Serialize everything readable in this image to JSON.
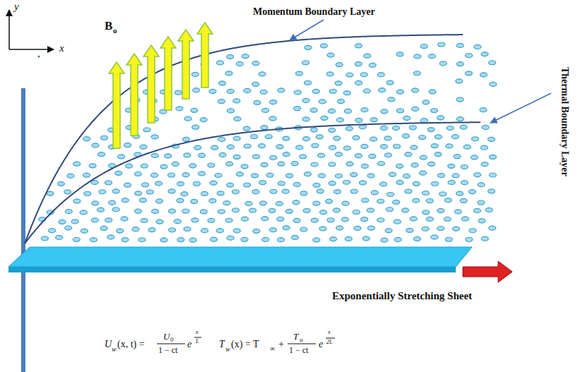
{
  "diagram": {
    "labels": [
      "y",
      "x",
      "B",
      "o",
      "Momentum Boundary Layer",
      "Thermal Boundary Layer",
      "Exponentially Stretching Sheet",
      "U",
      "w",
      "(x, t) =",
      "U",
      "0",
      "1 − ct",
      "e",
      "x",
      "L",
      "T",
      "w",
      "(x) = T",
      "∞",
      "+",
      "T",
      "o",
      "1 − ct",
      "e",
      "x",
      "2L"
    ]
  }
}
